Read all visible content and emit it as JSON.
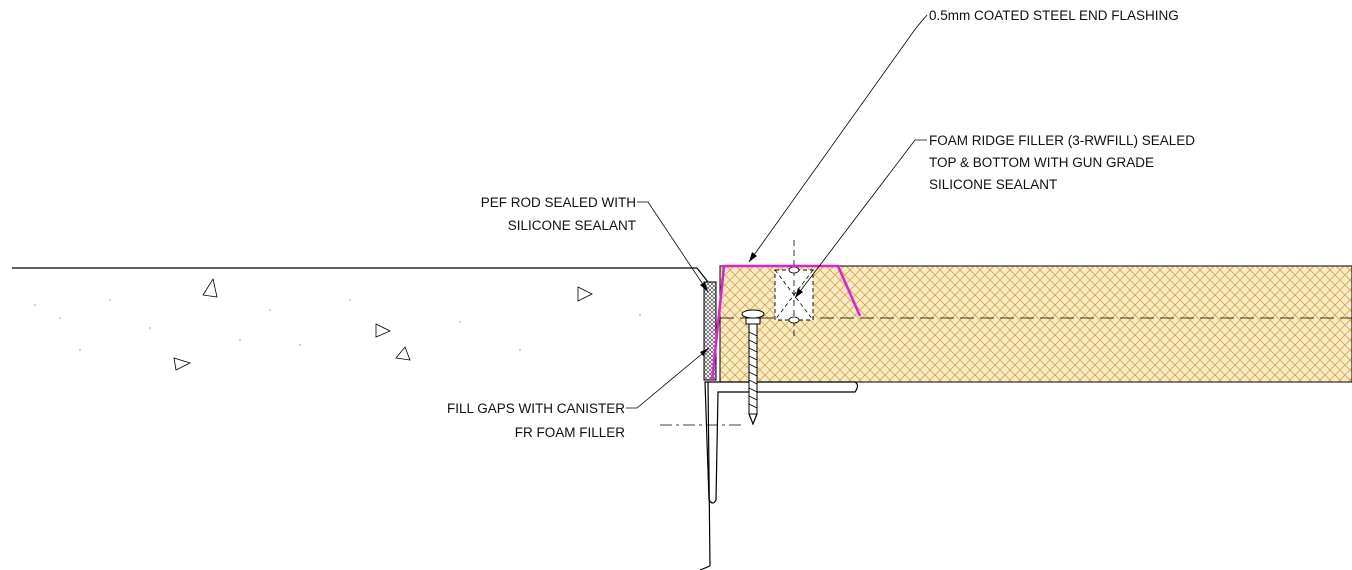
{
  "labels": {
    "flashing": "0.5mm COATED STEEL END FLASHING",
    "foam_filler": [
      "FOAM RIDGE FILLER (3-RWFILL) SEALED",
      "TOP & BOTTOM WITH GUN GRADE",
      "SILICONE SEALANT"
    ],
    "pef_rod": [
      "PEF ROD SEALED WITH",
      "SILICONE SEALANT"
    ],
    "fill_gaps": [
      "FILL GAPS WITH CANISTER",
      "FR FOAM FILLER"
    ]
  },
  "colors": {
    "flashing": "#e21fd6",
    "insulation_fill": "#f7ecc8",
    "insulation_hatch": "#d9a441",
    "line": "#000000",
    "concrete_dots": "#9a9a9a"
  }
}
